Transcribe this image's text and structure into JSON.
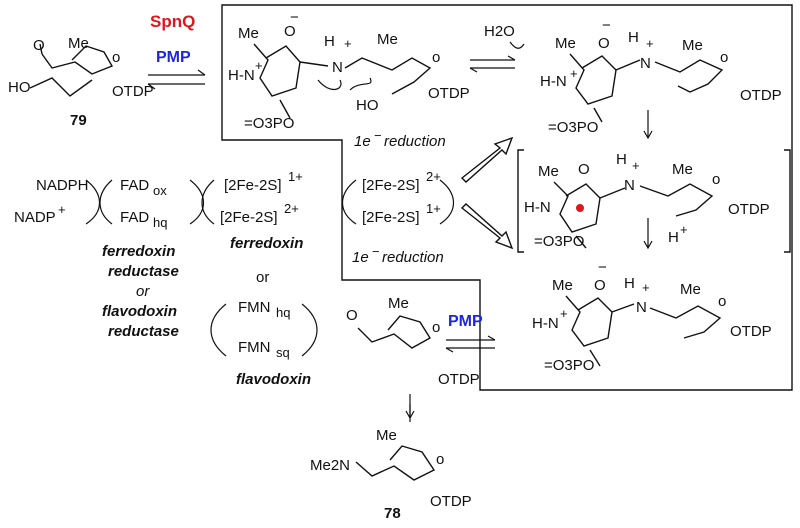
{
  "enzyme": {
    "name": "SpnQ",
    "color": "#e0161c"
  },
  "cofactor": {
    "top": "PMP",
    "right": "PMP",
    "color": "#1c28d8"
  },
  "compounds": {
    "start": "79",
    "end": "78"
  },
  "labels": {
    "otdp": "OTDP",
    "h2o": "H2O",
    "me": "Me",
    "me2n": "Me2N",
    "o3po": "=O3PO",
    "hn_plus": "H-N",
    "ho": "HO",
    "h_plus": "H",
    "electron_reduction": "1e",
    "reduction_word": "reduction",
    "nadph": "NADPH",
    "nadp": "NADP",
    "fad_ox": "FAD",
    "fad_ox_sub": "ox",
    "fad_hq": "FAD",
    "fad_hq_sub": "hq",
    "fe2s_1": "[2Fe-2S]",
    "fe2s_2": "[2Fe-2S]",
    "sup_1plus": "1+",
    "sup_2plus": "2+",
    "ferredoxin": "ferredoxin",
    "or": "or",
    "ferredoxin_reductase_1": "ferredoxin",
    "ferredoxin_reductase_2": "reductase",
    "or_it": "or",
    "flavodoxin_reductase_1": "flavodoxin",
    "flavodoxin_reductase_2": "reductase",
    "fmn_hq": "FMN",
    "fmn_hq_sub": "hq",
    "fmn_sq": "FMN",
    "fmn_sq_sub": "sq",
    "flavodoxin": "flavodoxin"
  },
  "colors": {
    "radical": "#e0161c"
  }
}
